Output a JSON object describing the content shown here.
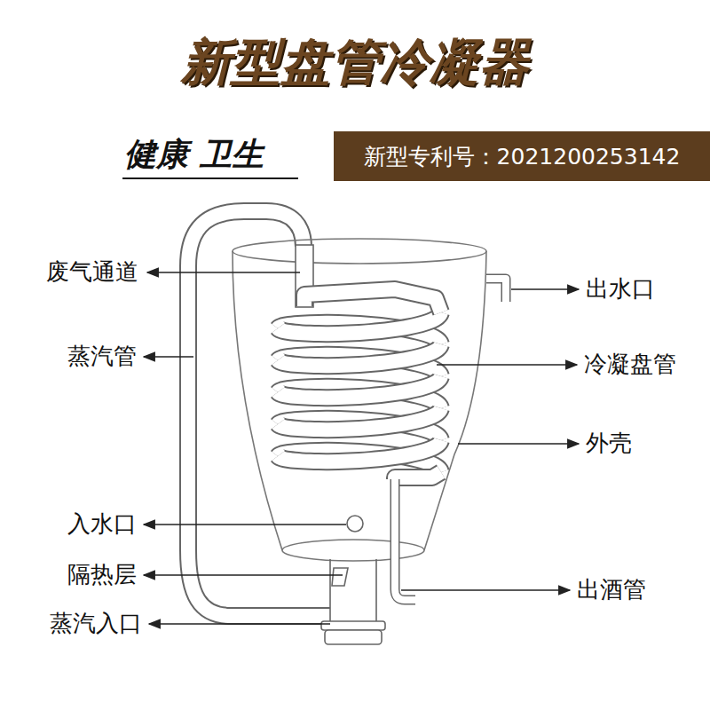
{
  "diagram": {
    "title": "新型盘管冷凝器",
    "nodes": [
      {
        "text": [
          "新型专利号：2021200253142"
        ]
      }
    ],
    "labels": [
      "健康 卫生",
      "废气通道",
      "蒸汽管",
      "入水口",
      "隔热层",
      "蒸汽入口",
      "出水口",
      "冷凝盘管",
      "外壳",
      "出酒管"
    ]
  }
}
